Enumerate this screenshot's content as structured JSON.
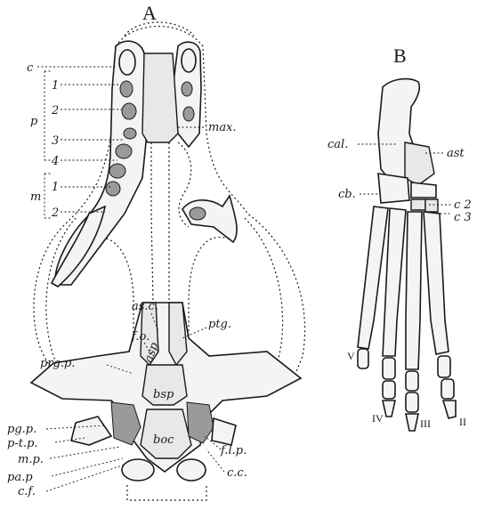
{
  "panels": {
    "A": {
      "title": "A",
      "labels": {
        "c": "c",
        "p": "p",
        "p1": "1",
        "p2": "2",
        "p3": "3",
        "p4": "4",
        "m": "m",
        "m1": "1",
        "m2": "2",
        "max": "max.",
        "asc": "as.c.",
        "fo": "f.o.",
        "ptg": "ptg.",
        "asp": "asp",
        "prgp": "prg.p.",
        "bsp": "bsp",
        "pgp": "pg.p.",
        "ptp": "p-t.p.",
        "mp": "m.p.",
        "pap": "pa.p",
        "cf": "c.f.",
        "boc": "boc",
        "flp": "f.l.p.",
        "cc": "c.c."
      }
    },
    "B": {
      "title": "B",
      "labels": {
        "cal": "cal.",
        "ast": "ast",
        "cb": "cb.",
        "c2": "c 2",
        "c3": "c 3",
        "V": "V",
        "IV": "IV",
        "III": "III",
        "II": "II"
      }
    }
  }
}
